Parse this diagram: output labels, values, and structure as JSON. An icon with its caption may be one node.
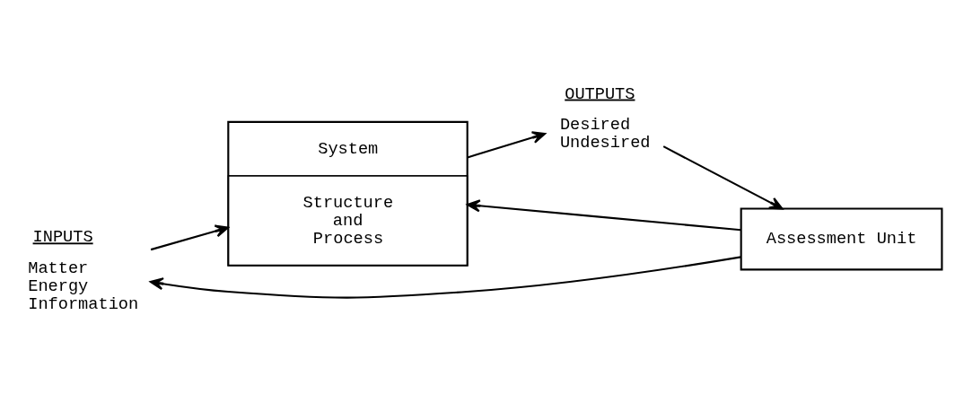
{
  "diagram": {
    "nodes": [
      {
        "text": [
          "INPUTS",
          "Matter Energy Information"
        ]
      },
      {
        "text": [
          "System",
          "Structure and Process"
        ]
      },
      {
        "text": [
          "OUTPUTS",
          "Desired Undesired"
        ]
      },
      {
        "text": [
          "Assessment Unit"
        ]
      }
    ],
    "edges": [
      {
        "from": 0,
        "to": 1,
        "arrow": "to"
      },
      {
        "from": 1,
        "to": 2,
        "arrow": "to"
      },
      {
        "from": 2,
        "to": 3,
        "arrow": "to"
      },
      {
        "from": 3,
        "to": 0,
        "arrow": "to"
      },
      {
        "from": 3,
        "to": 1,
        "arrow": "to"
      }
    ]
  }
}
